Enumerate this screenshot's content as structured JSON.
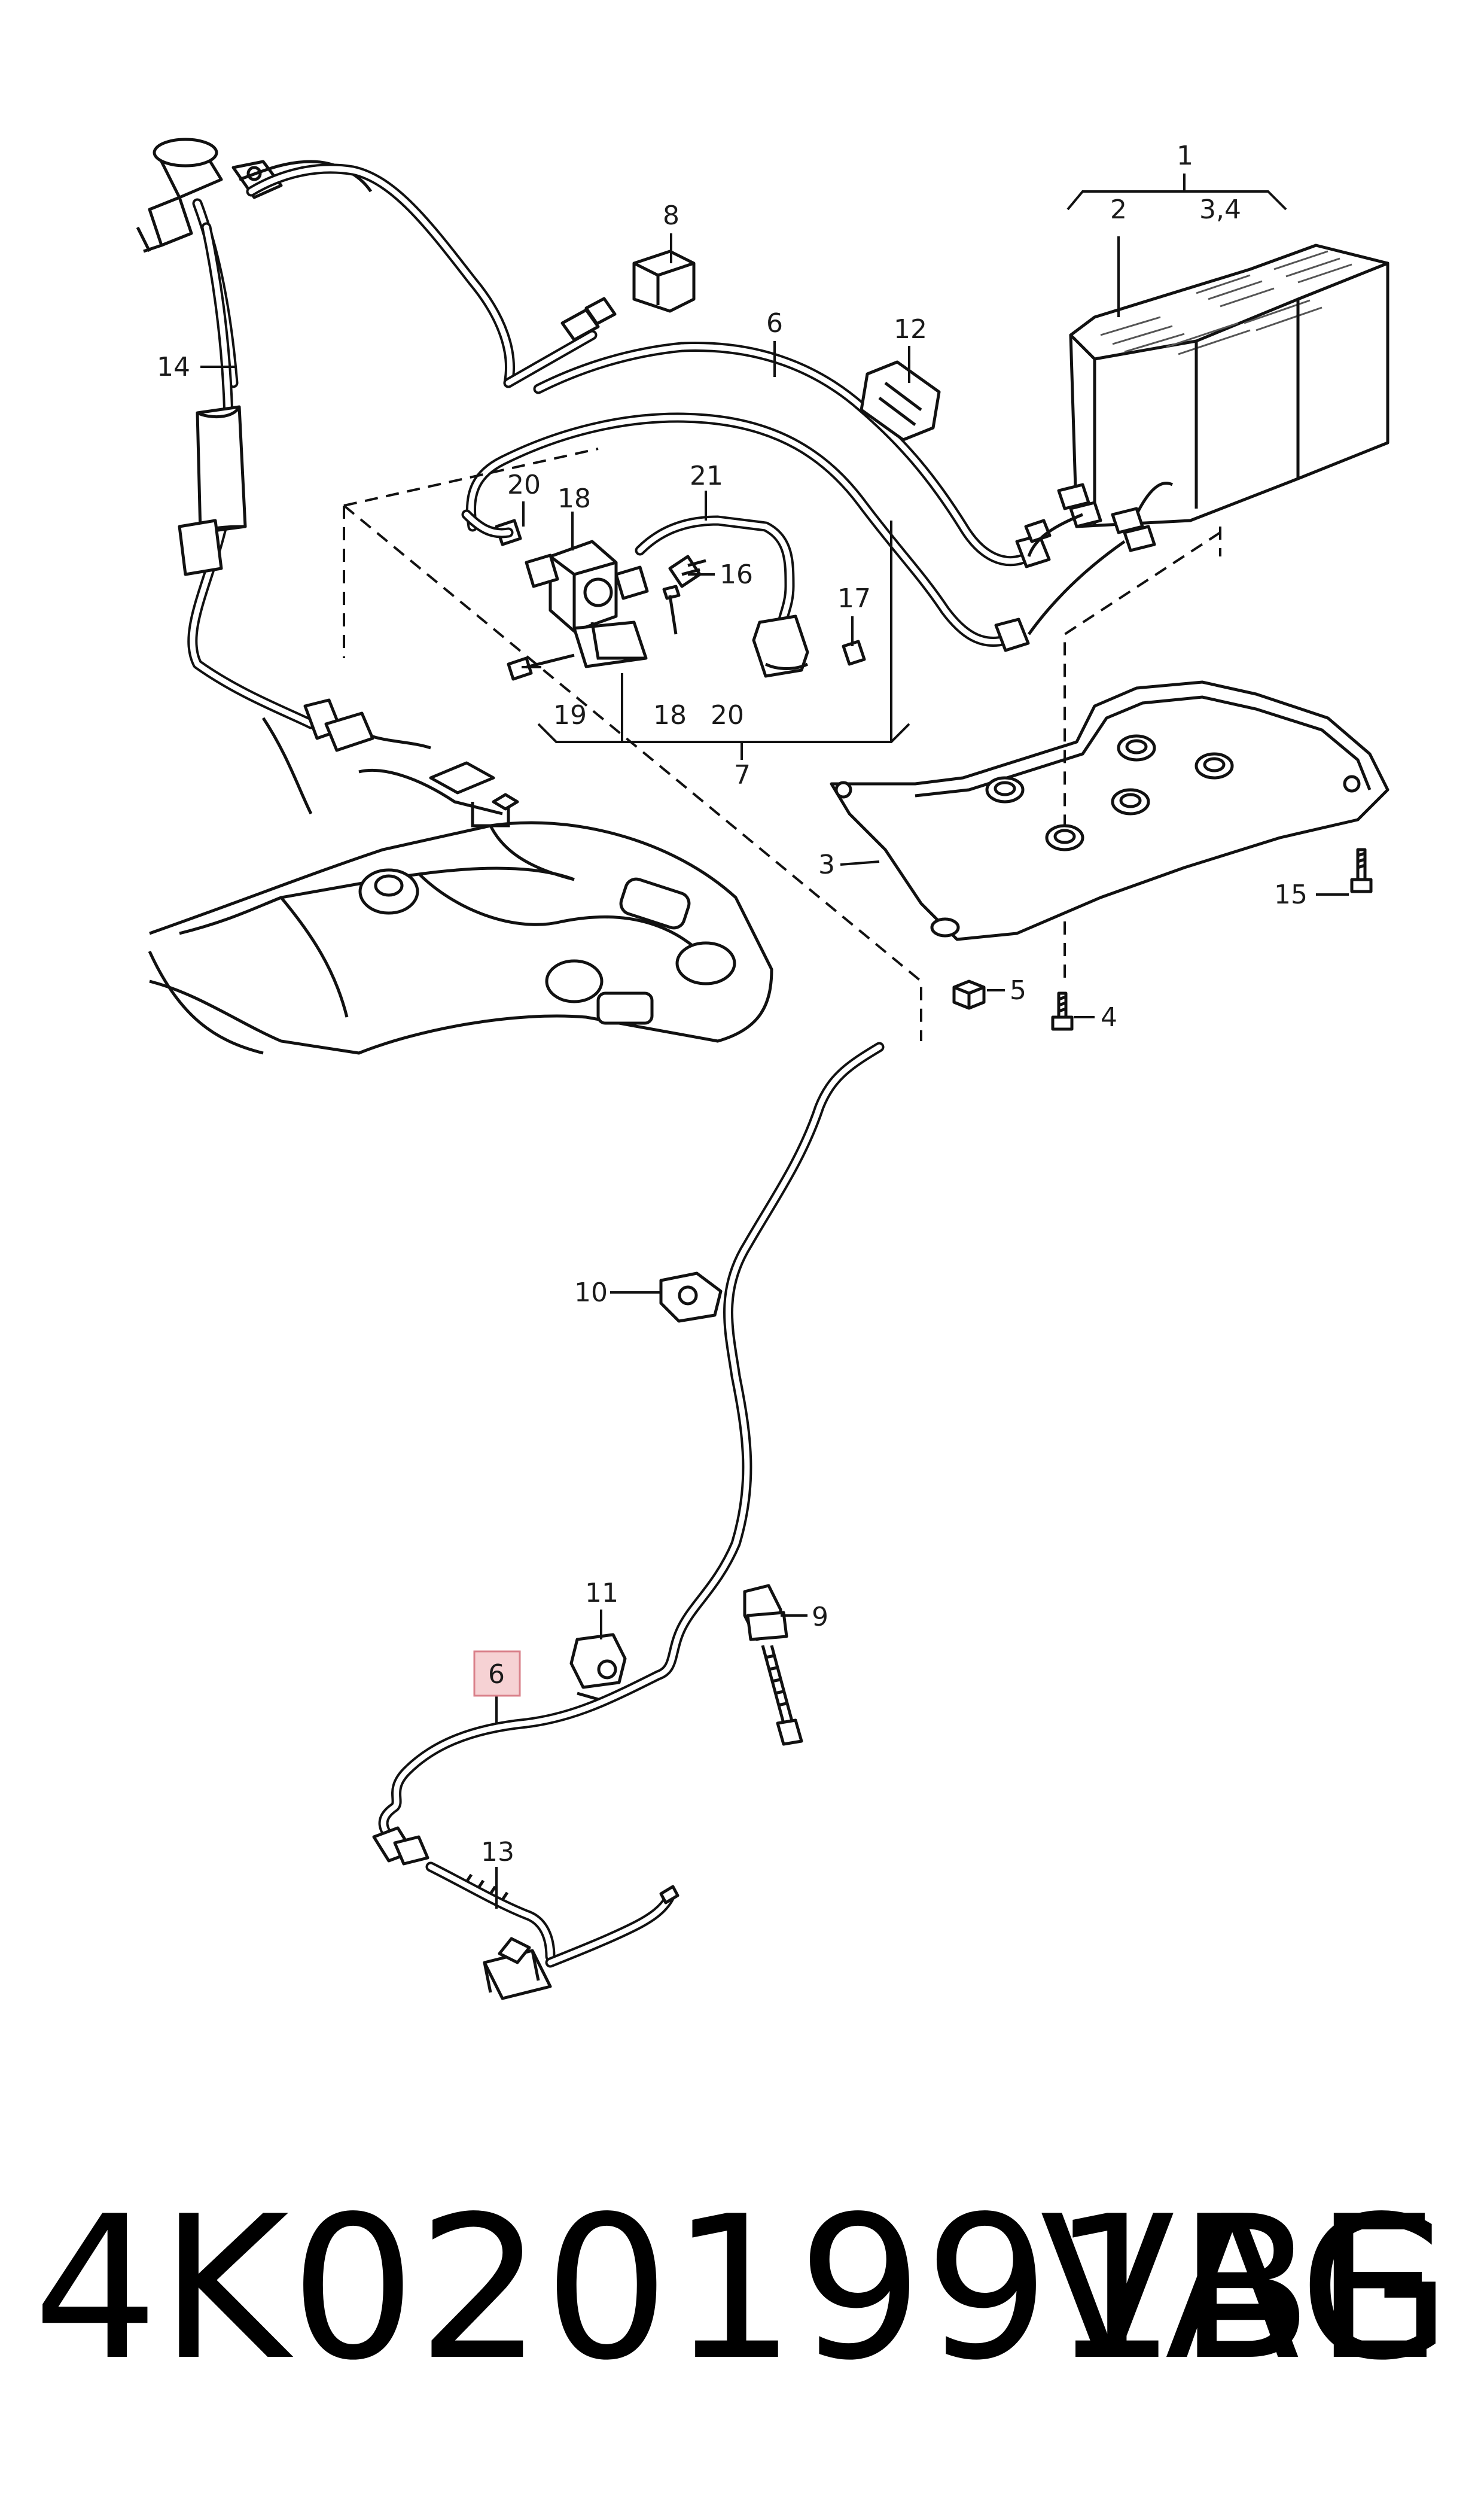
{
  "callouts": {
    "c1": "1",
    "c2": "2",
    "c34": "3,4",
    "c3": "3",
    "c4": "4",
    "c5": "5",
    "c6_top": "6",
    "c6_highlight": "6",
    "c7": "7",
    "c8": "8",
    "c9": "9",
    "c10": "10",
    "c11": "11",
    "c12": "12",
    "c13": "13",
    "c14": "14",
    "c15": "15",
    "c16": "16",
    "c17": "17",
    "c18_top": "18",
    "c18_bottom": "18",
    "c19": "19",
    "c20_top": "20",
    "c20_bottom": "20",
    "c21": "21"
  },
  "footer": {
    "part_number": "4K0201991BE",
    "brand": "VAG"
  },
  "colors": {
    "highlight_fill": "#f6d2d4",
    "highlight_stroke": "#d9808a",
    "line": "#111111"
  }
}
